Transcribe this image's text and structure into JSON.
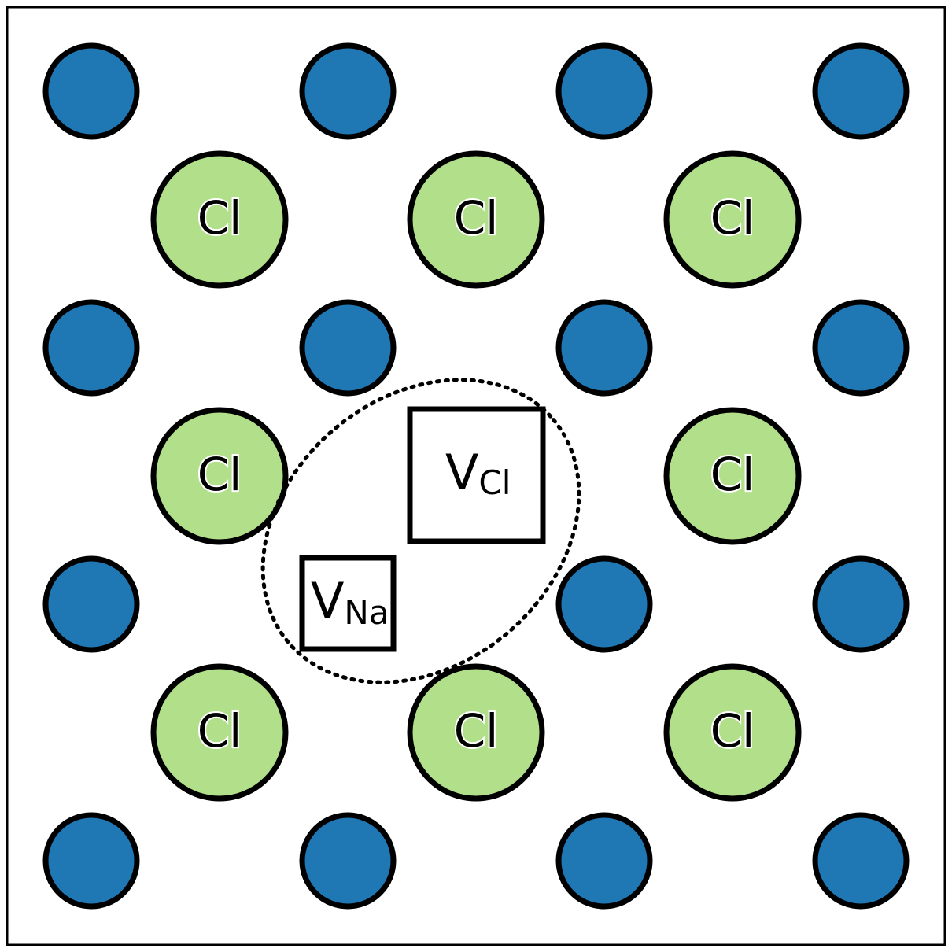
{
  "colors": {
    "sodium": "#1f77b4",
    "chlorine": "#b2df8a",
    "outline": "#000000",
    "background": "#ffffff"
  },
  "lattice": {
    "grid_columns": 7,
    "grid_rows": 7,
    "sodium_label": "",
    "chlorine_label": "Cl",
    "sodium_sites": [
      [
        0,
        0
      ],
      [
        2,
        0
      ],
      [
        4,
        0
      ],
      [
        6,
        0
      ],
      [
        0,
        2
      ],
      [
        2,
        2
      ],
      [
        4,
        2
      ],
      [
        6,
        2
      ],
      [
        0,
        4
      ],
      [
        4,
        4
      ],
      [
        6,
        4
      ],
      [
        0,
        6
      ],
      [
        2,
        6
      ],
      [
        4,
        6
      ],
      [
        6,
        6
      ]
    ],
    "chlorine_sites": [
      [
        1,
        1
      ],
      [
        3,
        1
      ],
      [
        5,
        1
      ],
      [
        1,
        3
      ],
      [
        5,
        3
      ],
      [
        1,
        5
      ],
      [
        3,
        5
      ],
      [
        5,
        5
      ]
    ]
  },
  "vacancies": {
    "chlorine_vacancy": {
      "site": [
        3,
        3
      ],
      "symbol": "V",
      "subscript": "Cl"
    },
    "sodium_vacancy": {
      "site": [
        2,
        4
      ],
      "symbol": "V",
      "subscript": "Na"
    }
  },
  "schottky_pair_outline": "dotted"
}
